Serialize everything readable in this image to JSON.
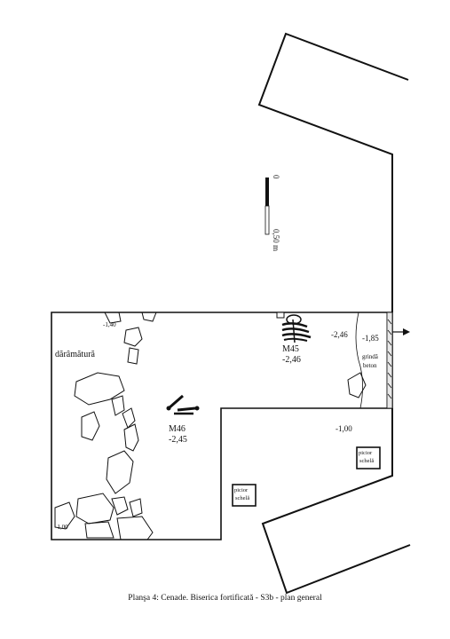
{
  "caption": "Planşa 4: Cenade. Biserica fortificată - S3b - plan general",
  "scale_bar": {
    "zero_label": "0",
    "end_label": "0,50 m"
  },
  "labels": {
    "daramatura": "dărâmătură",
    "depth_corner_top": "-1,40",
    "depth_corner_bottom": "-1,00",
    "m45_name": "M45",
    "m45_depth": "-2,46",
    "m45_side_depth": "-2,46",
    "m46_name": "M46",
    "m46_depth": "-2,45",
    "east_depth": "-1,85",
    "grinda_line1": "grindă",
    "grinda_line2": "beton",
    "annex_depth": "-1,00",
    "picior_line1": "picior",
    "picior_line2": "schelă"
  }
}
